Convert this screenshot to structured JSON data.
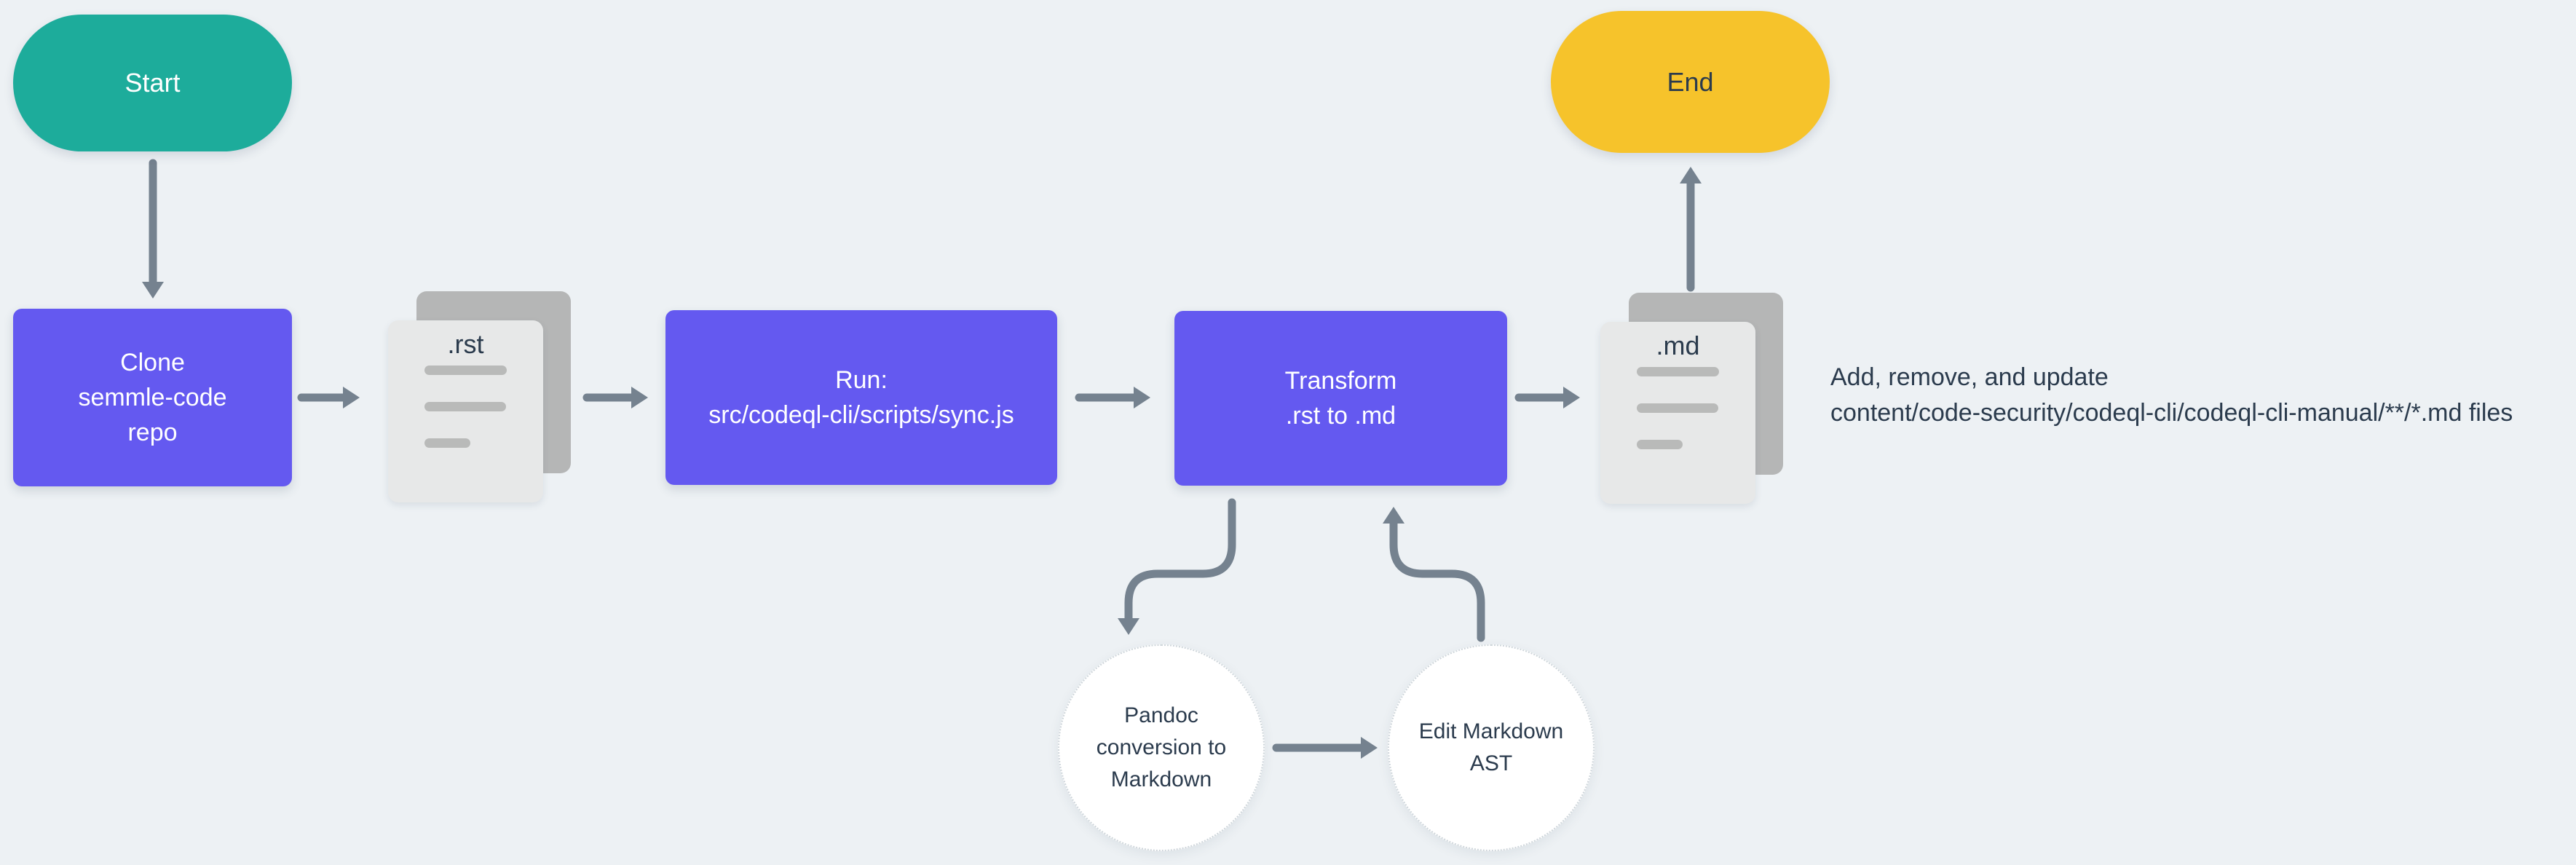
{
  "colors": {
    "background": "#edf1f4",
    "terminator_start": "#1dac9b",
    "terminator_end": "#f6c32b",
    "process": "#6459f0",
    "arrow": "#75828f",
    "ink": "#2b3b4d",
    "doc_back": "#b5b6b6",
    "doc_front": "#e7e8e8",
    "doc_bar": "#b9bab9",
    "subprocess_fill": "#ffffff"
  },
  "icons": {
    "rst_doc": "document-stack-icon",
    "md_doc": "document-stack-icon"
  },
  "nodes": {
    "start": {
      "label": "Start"
    },
    "clone": {
      "lines": [
        "Clone",
        "semmle-code",
        "repo"
      ]
    },
    "rst_doc": {
      "label": ".rst"
    },
    "run": {
      "lines": [
        "Run:",
        "src/codeql-cli/scripts/sync.js"
      ]
    },
    "transform": {
      "lines": [
        "Transform",
        ".rst to .md"
      ]
    },
    "md_doc": {
      "label": ".md"
    },
    "end": {
      "label": "End"
    },
    "pandoc": {
      "lines": [
        "Pandoc",
        "conversion to",
        "Markdown"
      ]
    },
    "edit_ast": {
      "lines": [
        "Edit Markdown",
        "AST"
      ]
    }
  },
  "annotation": {
    "lines": [
      "Add, remove, and update",
      "content/code-security/codeql-cli/codeql-cli-manual/**/*.md files"
    ]
  }
}
